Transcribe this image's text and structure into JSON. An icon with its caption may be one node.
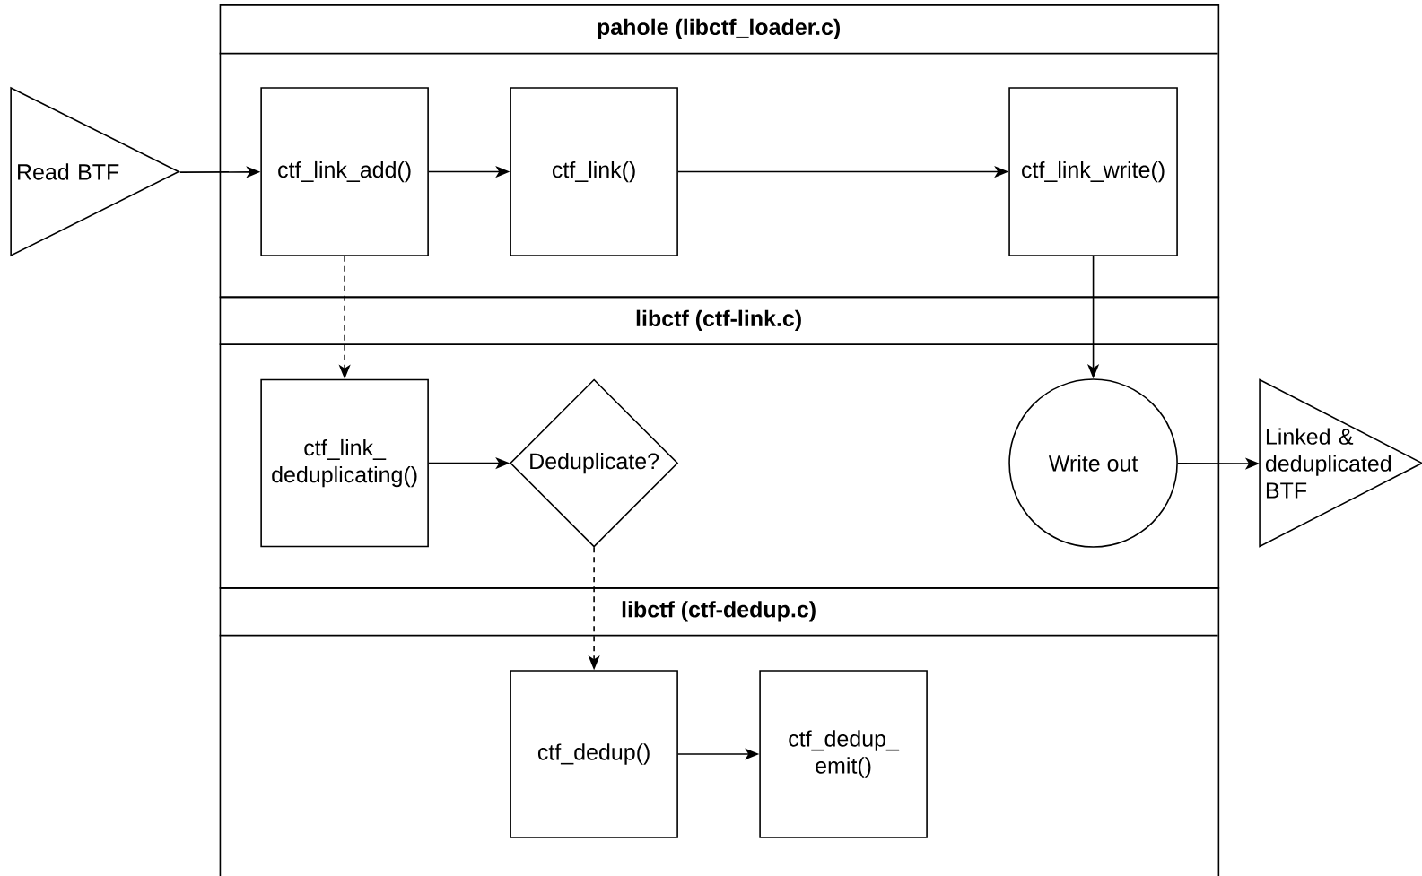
{
  "diagram": {
    "nodes": [
      {
        "text": [
          "pahole (libctf_loader.c)"
        ]
      },
      {
        "text": [
          "libctf (ctf-link.c)"
        ]
      },
      {
        "text": [
          "libctf (ctf-dedup.c)"
        ]
      },
      {
        "text": [
          "Read BTF"
        ]
      },
      {
        "text": [
          "ctf_link_add()"
        ],
        "in": 0
      },
      {
        "text": [
          "ctf_link()"
        ],
        "in": 0
      },
      {
        "text": [
          "ctf_link_write()"
        ],
        "in": 0
      },
      {
        "text": [
          "ctf_link_ deduplicating()"
        ],
        "in": 1
      },
      {
        "text": [
          "Deduplicate?"
        ],
        "in": 1
      },
      {
        "text": [
          "Write out"
        ],
        "in": 1
      },
      {
        "text": [
          "Linked & deduplicated BTF"
        ]
      },
      {
        "text": [
          "ctf_dedup()"
        ],
        "in": 2
      },
      {
        "text": [
          "ctf_dedup_ emit()"
        ],
        "in": 2
      }
    ],
    "edges": [
      {
        "from": 3,
        "to": 4,
        "arrow": "to"
      },
      {
        "from": 4,
        "to": 5,
        "arrow": "to"
      },
      {
        "from": 5,
        "to": 6,
        "arrow": "to"
      },
      {
        "from": 4,
        "to": 7,
        "arrow": "to",
        "style": "dashed"
      },
      {
        "from": 6,
        "to": 9,
        "arrow": "to"
      },
      {
        "from": 7,
        "to": 8,
        "arrow": "to"
      },
      {
        "from": 9,
        "to": 10,
        "arrow": "to"
      },
      {
        "from": 8,
        "to": 11,
        "arrow": "to",
        "style": "dashed"
      },
      {
        "from": 11,
        "to": 12,
        "arrow": "to"
      }
    ]
  }
}
